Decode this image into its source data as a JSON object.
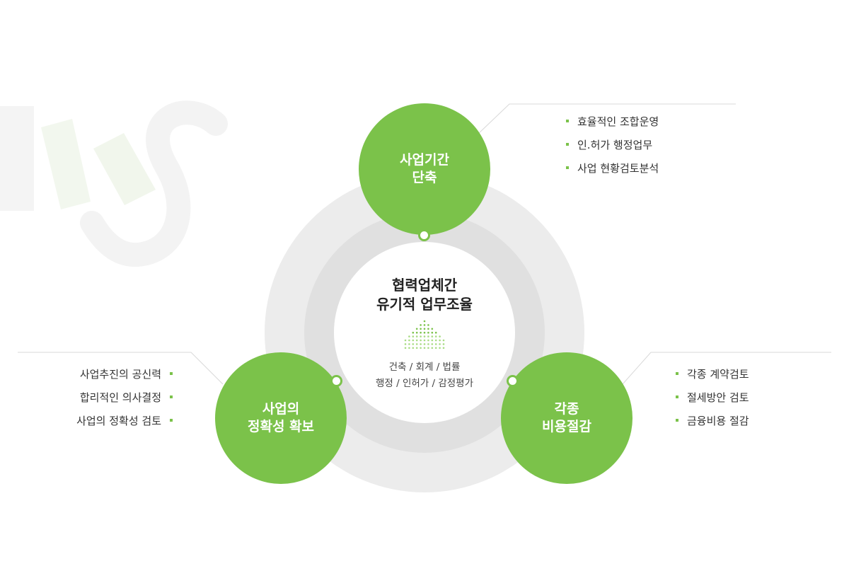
{
  "center": {
    "title_line1": "협력업체간",
    "title_line2": "유기적 업무조율",
    "sub_line1": "건축 / 회계 / 법률",
    "sub_line2": "행정 / 인허가 / 감정평가"
  },
  "circles": {
    "top": {
      "line1": "사업기간",
      "line2": "단축"
    },
    "left": {
      "line1": "사업의",
      "line2": "정확성 확보"
    },
    "right": {
      "line1": "각종",
      "line2": "비용절감"
    }
  },
  "lists": {
    "top": [
      "효율적인 조합운영",
      "인.허가 행정업무",
      "사업 현황검토분석"
    ],
    "left": [
      "사업추진의 공신력",
      "합리적인 의사결정",
      "사업의 정확성 검토"
    ],
    "right": [
      "각종 계약검토",
      "절세방안 검토",
      "금융비용 절감"
    ]
  },
  "colors": {
    "accent": "#7bc24a",
    "ring_outer": "#ececec",
    "ring_middle": "#e0e0e0",
    "text": "#333333"
  },
  "decor": {
    "watermark_icon": "hs-logo-watermark-icon",
    "dots_icon": "dot-triangle-icon"
  }
}
